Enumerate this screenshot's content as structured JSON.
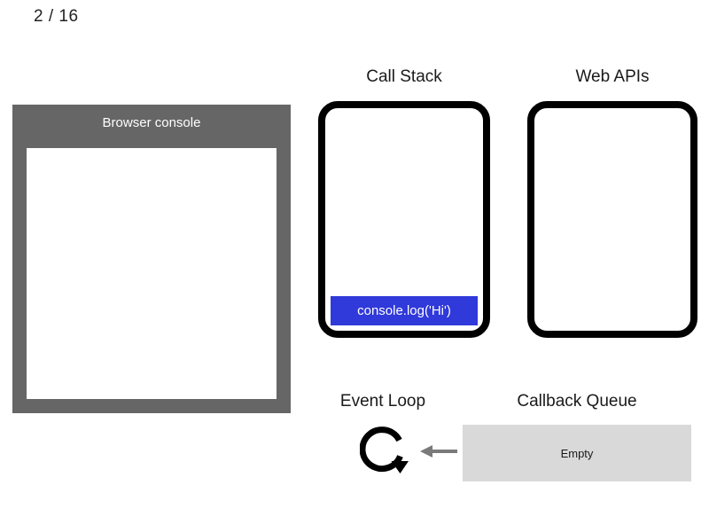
{
  "slide": {
    "counter": "2 / 16"
  },
  "console": {
    "title": "Browser console",
    "output": ""
  },
  "call_stack": {
    "label": "Call Stack",
    "frames": [
      {
        "label": "console.log('Hi')",
        "color": "#3039d9"
      }
    ]
  },
  "web_apis": {
    "label": "Web APIs",
    "items": []
  },
  "event_loop": {
    "label": "Event Loop",
    "icon": "circular-arrow-icon",
    "arrow_icon": "arrow-left-icon",
    "arrow_color": "#7a7a7a"
  },
  "callback_queue": {
    "label": "Callback Queue",
    "status": "Empty",
    "background": "#d9d9d9"
  },
  "colors": {
    "console_panel": "#666666",
    "panel_border": "#000000",
    "stack_frame": "#3039d9",
    "queue_background": "#d9d9d9",
    "page_background": "#ffffff"
  }
}
